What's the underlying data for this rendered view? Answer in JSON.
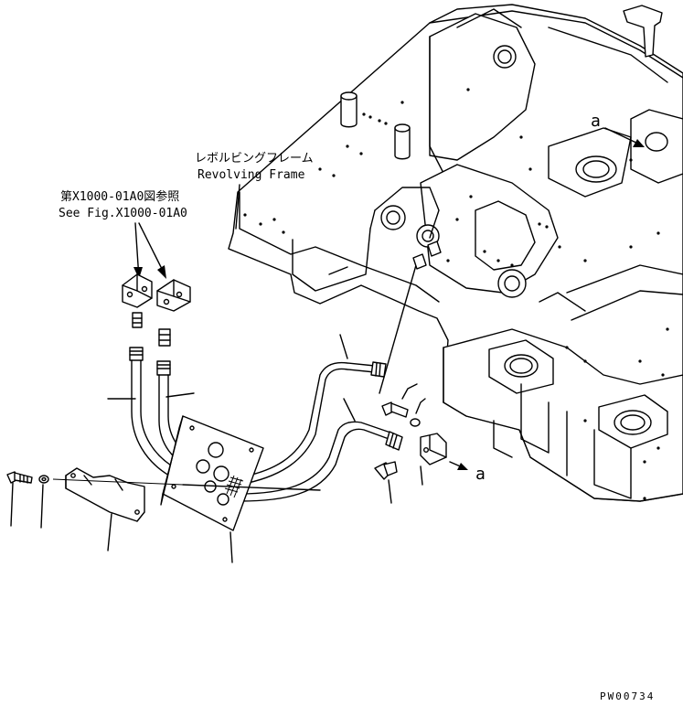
{
  "labels": {
    "frame_jp": "レボルビングフレーム",
    "frame_en": "Revolving Frame",
    "ref_jp": "第X1000-01A0図参照",
    "ref_en": "See Fig.X1000-01A0",
    "marker_a": "a",
    "part_code": "PW00734"
  }
}
